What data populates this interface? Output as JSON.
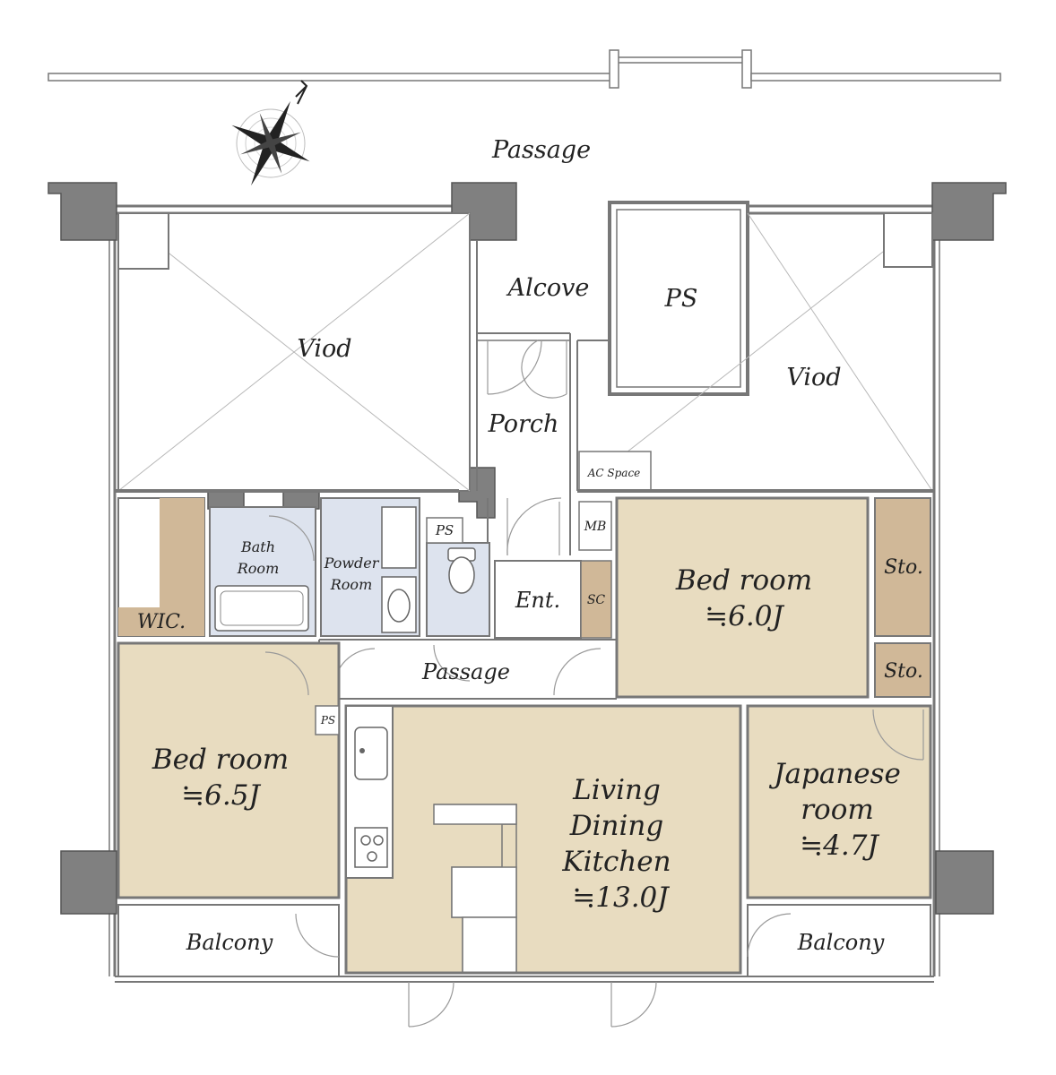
{
  "floorplan": {
    "colors": {
      "room_fill": "#e8dcc0",
      "storage_fill": "#d0b898",
      "wet_fill": "#dde3ee",
      "pillar": "#808080",
      "wall": "#6f6f6f"
    },
    "icons": [
      "compass-rose-icon",
      "sink-icon",
      "stove-icon",
      "toilet-icon",
      "bathtub-icon"
    ],
    "labels": {
      "passage_top": "Passage",
      "viod_left": "Viod",
      "viod_right": "Viod",
      "alcove": "Alcove",
      "ps_large": "PS",
      "porch": "Porch",
      "ac_space": "AC Space",
      "mb": "MB",
      "ps_small": "PS",
      "ps_small2": "PS",
      "bath_line1": "Bath",
      "bath_line2": "Room",
      "powder_line1": "Powder",
      "powder_line2": "Room",
      "ent": "Ent.",
      "sc": "SC",
      "wic": "WIC.",
      "passage_inner": "Passage",
      "bed1_name": "Bed room",
      "bed1_size": "≒6.0J",
      "sto1": "Sto.",
      "sto2": "Sto.",
      "bed2_name": "Bed room",
      "bed2_size": "≒6.5J",
      "ldk_line1": "Living",
      "ldk_line2": "Dining",
      "ldk_line3": "Kitchen",
      "ldk_size": "≒13.0J",
      "japanese_line1": "Japanese",
      "japanese_line2": "room",
      "japanese_size": "≒4.7J",
      "balcony_left": "Balcony",
      "balcony_right": "Balcony"
    }
  }
}
